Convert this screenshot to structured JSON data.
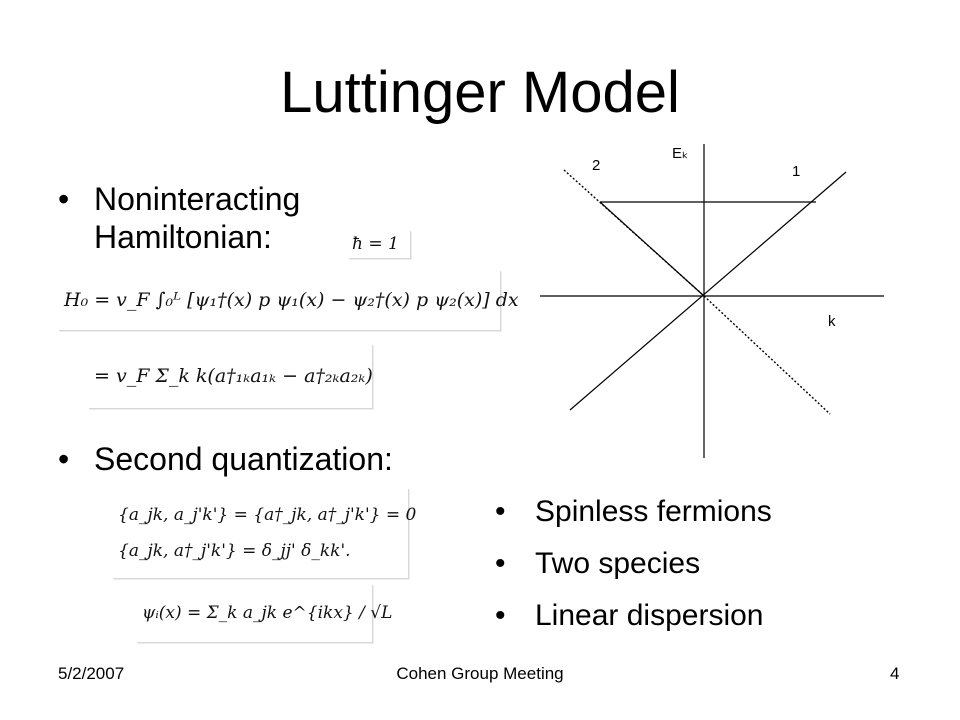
{
  "slide": {
    "title": "Luttinger Model",
    "bullet_glyph": "•",
    "bullets_left": [
      {
        "text": "Noninteracting Hamiltonian:"
      },
      {
        "text": "Second quantization:"
      }
    ],
    "hbar_eq": "ħ = 1",
    "equations": {
      "h0_line1": "H₀ = v_F ∫₀ᴸ [ψ₁†(x) p ψ₁(x) − ψ₂†(x) p ψ₂(x)] dx",
      "h0_line2": "= v_F Σ_k k(a†₁ₖa₁ₖ − a†₂ₖa₂ₖ)",
      "anticomm_1": "{a_jk, a_j'k'} = {a†_jk, a†_j'k'} = 0",
      "anticomm_2": "{a_jk, a†_j'k'} = δ_jj' δ_kk'.",
      "psi_def": "ψᵢ(x) = Σ_k a_jk e^{ikx} / √L"
    },
    "bullets_right": [
      {
        "text": "Spinless fermions"
      },
      {
        "text": "Two species"
      },
      {
        "text": "Linear dispersion"
      }
    ],
    "diagram": {
      "axis_y_label": "Eₖ",
      "axis_x_label": "k",
      "branch_1_label": "1",
      "branch_2_label": "2"
    },
    "footer": {
      "date": "5/2/2007",
      "center": "Cohen Group Meeting",
      "page": "4"
    }
  }
}
